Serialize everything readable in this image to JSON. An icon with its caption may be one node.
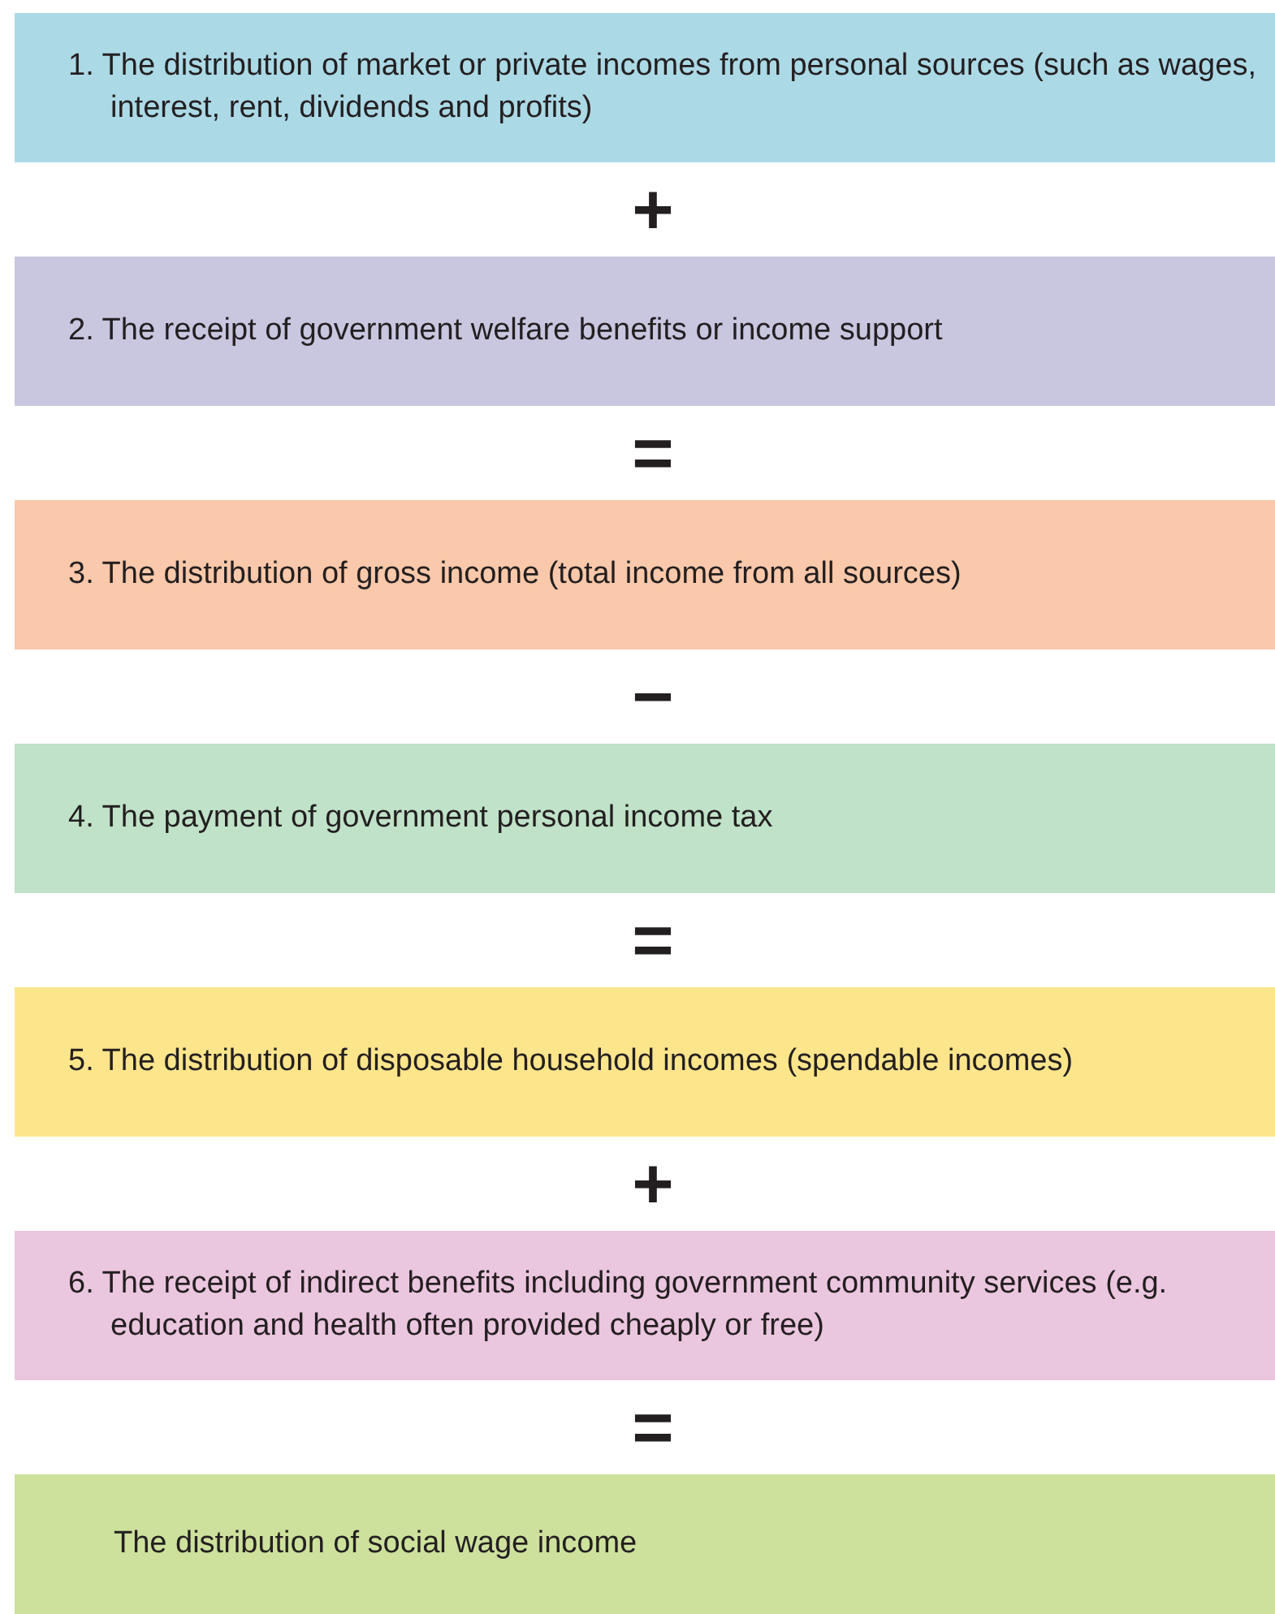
{
  "diagram": {
    "nodes": [
      {
        "text": [
          "1. The distribution of market or private incomes from personal sources (such as wages, interest, rent, dividends and profits)"
        ]
      },
      {
        "text": [
          "2. The receipt of government welfare benefits or income support"
        ]
      },
      {
        "text": [
          "3. The distribution of gross income (total income from all sources)"
        ]
      },
      {
        "text": [
          "4. The payment of government personal income tax"
        ]
      },
      {
        "text": [
          "5. The distribution of disposable household incomes (spendable incomes)"
        ]
      },
      {
        "text": [
          "6. The receipt of indirect benefits including government community services (e.g. education and health often provided cheaply or free)"
        ]
      },
      {
        "text": [
          "The distribution of social wage income"
        ]
      }
    ],
    "labels": [
      "+",
      "=",
      "−",
      "=",
      "+",
      "="
    ]
  }
}
